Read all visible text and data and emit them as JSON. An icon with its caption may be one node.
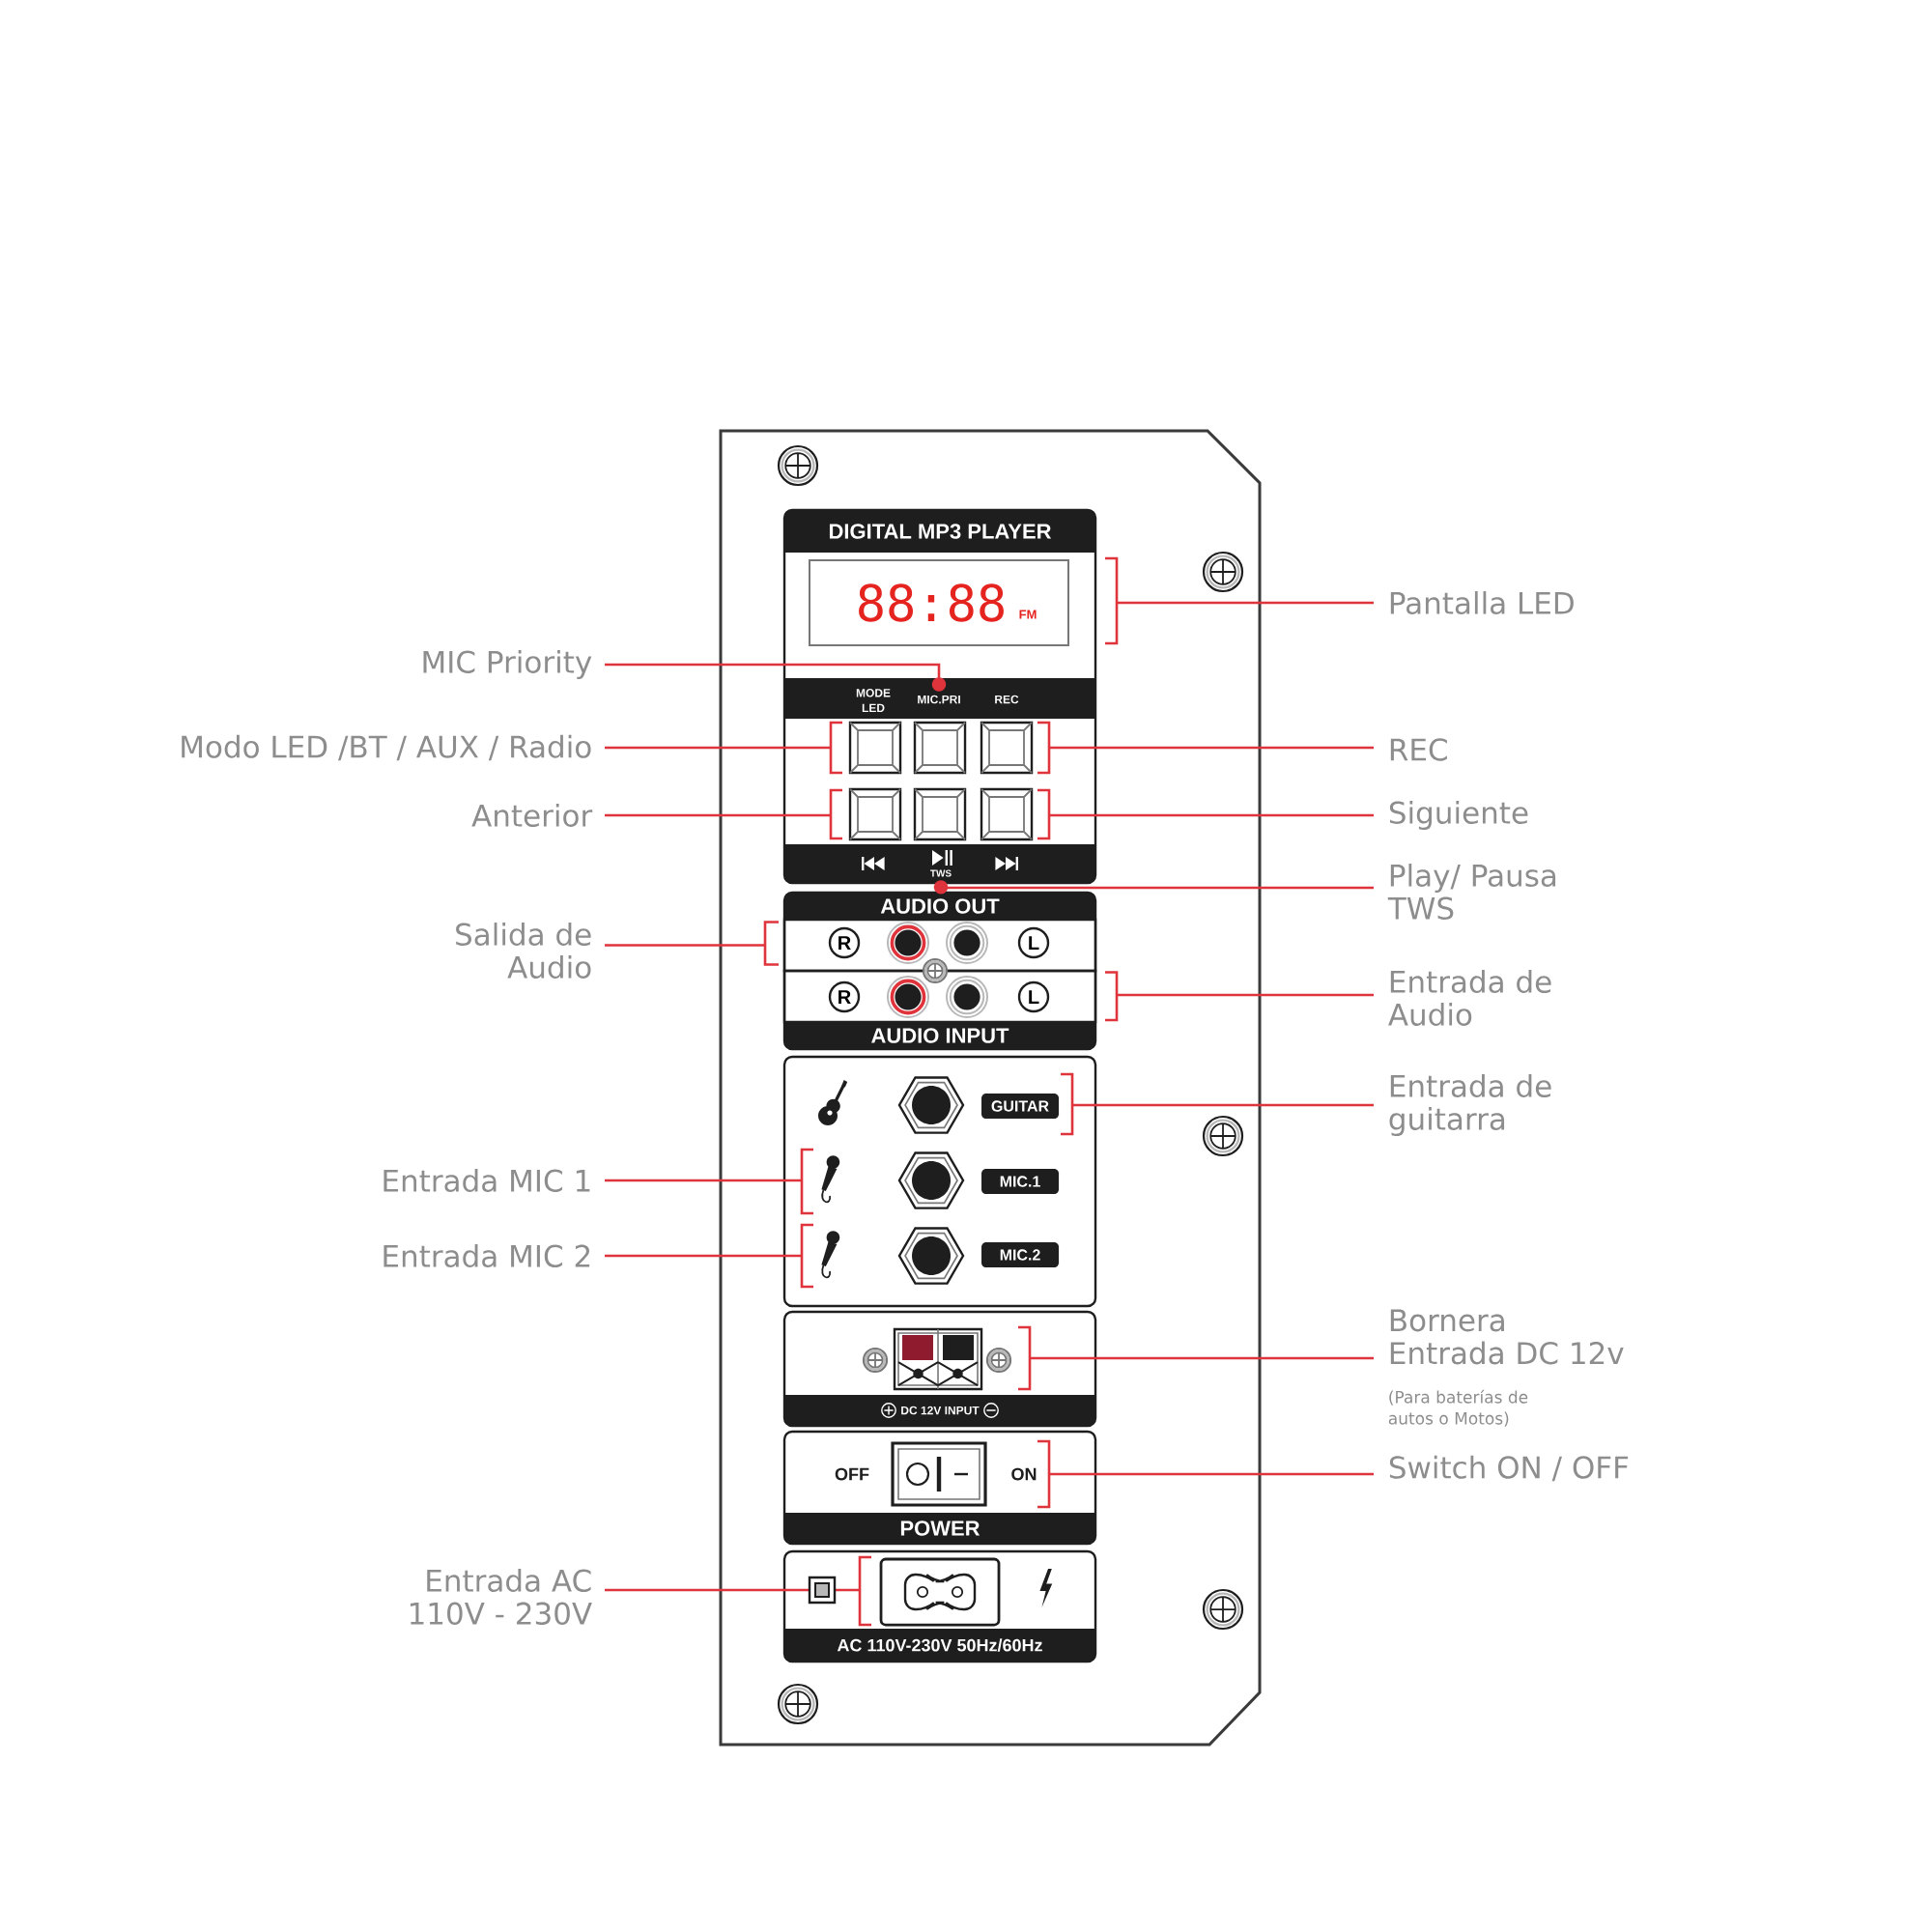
{
  "diagram": {
    "nodes": [
      {
        "text": [],
        "shape": "box"
      },
      {
        "text": [
          "DIGITAL MP3 PLAYER",
          "MODE LED",
          "REC"
        ],
        "in": 0
      },
      {
        "text": [
          "88:88",
          "FM"
        ],
        "in": 1
      },
      {
        "text": [
          "MIC.PRI"
        ],
        "in": 1
      },
      {
        "text": [],
        "shape": "box",
        "in": 1
      },
      {
        "text": [],
        "shape": "box",
        "in": 1
      },
      {
        "text": [],
        "shape": "box",
        "in": 1
      },
      {
        "text": [],
        "shape": "box",
        "in": 1
      },
      {
        "text": [],
        "shape": "box",
        "in": 1
      },
      {
        "text": [],
        "shape": "box",
        "in": 1
      },
      {
        "text": [
          "TWS"
        ],
        "in": 1
      },
      {
        "text": [
          "AUDIO OUT",
          "AUDIO INPUT"
        ],
        "in": 0
      },
      {
        "text": [],
        "shape": "box",
        "in": 11
      },
      {
        "text": [
          "R"
        ],
        "in": 12
      },
      {
        "text": [
          "L"
        ],
        "in": 12
      },
      {
        "text": [],
        "shape": "box",
        "in": 11
      },
      {
        "text": [
          "R"
        ],
        "in": 15
      },
      {
        "text": [
          "L"
        ],
        "in": 15
      },
      {
        "text": [],
        "shape": "box",
        "in": 0
      },
      {
        "text": [
          "GUITAR"
        ],
        "in": 18
      },
      {
        "text": [],
        "shape": "picture",
        "in": 18
      },
      {
        "text": [
          "MIC.1"
        ],
        "in": 18
      },
      {
        "text": [],
        "shape": "picture",
        "in": 18
      },
      {
        "text": [
          "MIC.2"
        ],
        "in": 18
      },
      {
        "text": [
          "DC 12V INPUT"
        ],
        "in": 0
      },
      {
        "text": [],
        "shape": "picture",
        "in": 24
      },
      {
        "text": [
          "OFF",
          "ON",
          "POWER"
        ],
        "in": 0
      },
      {
        "text": [],
        "shape": "box",
        "in": 26
      },
      {
        "text": [
          "AC 110V-230V 50Hz/60Hz"
        ],
        "in": 0
      },
      {
        "text": [],
        "shape": "box",
        "in": 28
      },
      {
        "text": [
          "MIC Priority"
        ]
      },
      {
        "text": [
          "Modo LED /BT / AUX / Radio"
        ]
      },
      {
        "text": [
          "Anterior"
        ]
      },
      {
        "text": [
          "Salida de Audio"
        ]
      },
      {
        "text": [
          "Entrada MIC 1"
        ]
      },
      {
        "text": [
          "Entrada MIC 2"
        ]
      },
      {
        "text": [
          "Entrada AC 110V - 230V"
        ]
      },
      {
        "text": [
          "Pantalla LED"
        ]
      },
      {
        "text": [
          "REC"
        ]
      },
      {
        "text": [
          "Siguiente"
        ]
      },
      {
        "text": [
          "Play/ Pausa TWS"
        ]
      },
      {
        "text": [
          "Entrada de Audio"
        ]
      },
      {
        "text": [
          "Entrada de guitarra"
        ]
      },
      {
        "text": [
          "Bornera Entrada DC 12v",
          "(Para baterías de autos o Motos)"
        ]
      },
      {
        "text": [
          "Switch ON / OFF"
        ]
      }
    ],
    "edges": [
      {
        "from": 37,
        "to": 2,
        "arrow": "none"
      },
      {
        "from": 30,
        "to": 3,
        "arrow": "other"
      },
      {
        "from": 31,
        "to": 4,
        "arrow": "none"
      },
      {
        "from": 38,
        "to": 6,
        "arrow": "none"
      },
      {
        "from": 32,
        "to": 7,
        "arrow": "none"
      },
      {
        "from": 39,
        "to": 9,
        "arrow": "none"
      },
      {
        "from": 40,
        "to": 10,
        "arrow": "other"
      },
      {
        "from": 33,
        "to": 12,
        "arrow": "none"
      },
      {
        "from": 41,
        "to": 15,
        "arrow": "none"
      },
      {
        "from": 42,
        "to": 19,
        "arrow": "none"
      },
      {
        "from": 34,
        "to": 20,
        "arrow": "none"
      },
      {
        "from": 35,
        "to": 22,
        "arrow": "none"
      },
      {
        "from": 43,
        "to": 25,
        "arrow": "none"
      },
      {
        "from": 44,
        "to": 27,
        "arrow": "none"
      },
      {
        "from": 36,
        "to": 29,
        "arrow": "none"
      }
    ]
  }
}
